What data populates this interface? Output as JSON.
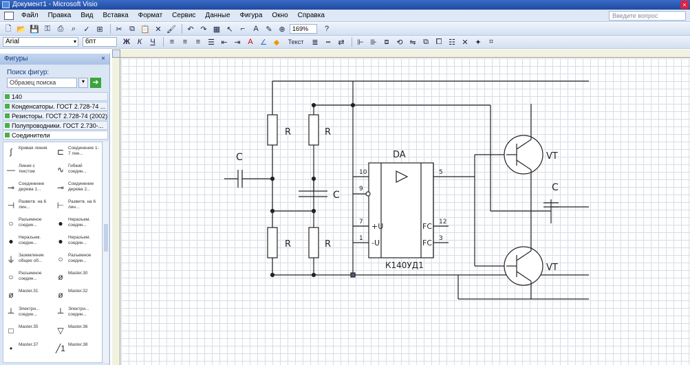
{
  "window": {
    "title": "Документ1 - Microsoft Visio",
    "close": "×"
  },
  "menu": {
    "items": [
      "Файл",
      "Правка",
      "Вид",
      "Вставка",
      "Формат",
      "Сервис",
      "Данные",
      "Фигура",
      "Окно",
      "Справка"
    ],
    "question_placeholder": "Введите вопрос"
  },
  "toolbar": {
    "zoom": "169%",
    "font": "Arial",
    "font_size": "6пт",
    "text_button": "Текст"
  },
  "shapes_panel": {
    "title": "Фигуры",
    "close": "×",
    "search_label": "Поиск фигур:",
    "search_value": "Образец поиска",
    "stencils": [
      "140",
      "Конденсаторы. ГОСТ 2.728-74 ...",
      "Резисторы. ГОСТ 2.728-74 (2002)",
      "Полупроводники. ГОСТ 2.730-...",
      "Соединители"
    ],
    "masters": [
      {
        "label": "Кривая линия",
        "icon": "∫"
      },
      {
        "label": "Соединение 1-7 лин...",
        "icon": "⊏"
      },
      {
        "label": "Линия с текстом",
        "icon": "—"
      },
      {
        "label": "Гибкий соедин...",
        "icon": "∿"
      },
      {
        "label": "Соединение дерева 1...",
        "icon": "⊸"
      },
      {
        "label": "Соединение дерева 2...",
        "icon": "⊸"
      },
      {
        "label": "Разветв. на 6 лин...",
        "icon": "⊣"
      },
      {
        "label": "Разветв. на 6 лин...",
        "icon": "⊢"
      },
      {
        "label": "Разъемное соедин...",
        "icon": "○"
      },
      {
        "label": "Неразъем. соедин...",
        "icon": "●"
      },
      {
        "label": "Неразъем. соедин...",
        "icon": "●"
      },
      {
        "label": "Неразъем. соедин...",
        "icon": "●"
      },
      {
        "label": "Заземление общее об...",
        "icon": "⏚"
      },
      {
        "label": "Разъемное соедин...",
        "icon": "○"
      },
      {
        "label": "Разъемное соедин...",
        "icon": "○"
      },
      {
        "label": "Master.30",
        "icon": "ø"
      },
      {
        "label": "Master.31",
        "icon": "ø"
      },
      {
        "label": "Master.32",
        "icon": "ø"
      },
      {
        "label": "Электри... соедин...",
        "icon": "┴"
      },
      {
        "label": "Электри... соедин...",
        "icon": "┴"
      },
      {
        "label": "Master.35",
        "icon": "□"
      },
      {
        "label": "Master.36",
        "icon": "▽"
      },
      {
        "label": "Master.37",
        "icon": "•"
      },
      {
        "label": "Master.38",
        "icon": "╱1"
      }
    ]
  },
  "diagram": {
    "resistor_label": "R",
    "capacitor_label": "C",
    "chip_title": "DA",
    "chip_name": "К140УД1",
    "transistor_label": "VT",
    "pins": {
      "p10": "10",
      "p9": "9",
      "p7": "7",
      "p1": "1",
      "p5": "5",
      "p12": "12",
      "p3": "3",
      "plus_u": "+U",
      "minus_u": "-U",
      "fc": "FC"
    }
  }
}
